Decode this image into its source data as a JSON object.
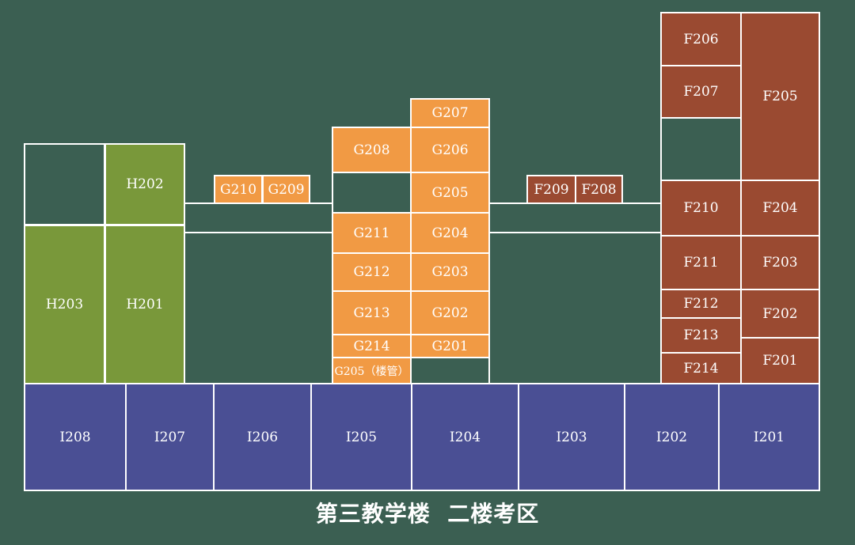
{
  "title": "第三教学楼  二楼考区",
  "zones": {
    "H": [
      "H202",
      "H203",
      "H201"
    ],
    "G": [
      "G210",
      "G209",
      "G207",
      "G208",
      "G206",
      "G205",
      "G211",
      "G204",
      "G212",
      "G203",
      "G213",
      "G202",
      "G214",
      "G201",
      "G205（楼管）"
    ],
    "F": [
      "F206",
      "F207",
      "F205",
      "F209",
      "F208",
      "F210",
      "F204",
      "F211",
      "F203",
      "F212",
      "F202",
      "F213",
      "F201",
      "F214"
    ],
    "I": [
      "I208",
      "I207",
      "I206",
      "I205",
      "I204",
      "I203",
      "I202",
      "I201"
    ]
  },
  "colors": {
    "background": "#3b5f52",
    "h_block": "#79983a",
    "g_block": "#f19a44",
    "f_block": "#9a4a31",
    "i_block": "#4a4f94",
    "border": "#ffffff"
  }
}
